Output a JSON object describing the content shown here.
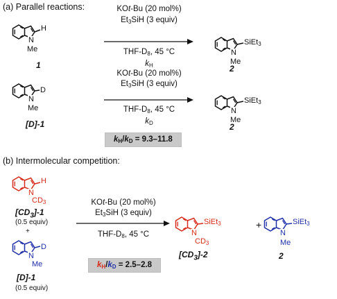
{
  "section_a": {
    "title": "(a) Parallel reactions:",
    "reaction1": {
      "reagent": "KOt-Bu (20 mol%)",
      "silane": "Et3SiH (3 equiv)",
      "conditions": "THF-D8, 45 °C",
      "rate": "kH",
      "substrate_label": "1",
      "substrate_atom": "H",
      "product_label": "2",
      "product_group": "SiEt3",
      "n_substituent": "Me"
    },
    "reaction2": {
      "reagent": "KOt-Bu (20 mol%)",
      "silane": "Et3SiH (3 equiv)",
      "conditions": "THF-D8, 45 °C",
      "rate": "kD",
      "substrate_label": "[D]-1",
      "substrate_atom": "D",
      "product_label": "2",
      "product_group": "SiEt3",
      "n_substituent": "Me"
    },
    "ratio": "kH/kD = 9.3–11.8"
  },
  "section_b": {
    "title": "(b) Intermolecular competition:",
    "reagent": "KOt-Bu (20 mol%)",
    "silane": "Et3SiH (3 equiv)",
    "conditions": "THF-D8, 45 °C",
    "substrate1_label": "[CD3]-1",
    "substrate1_equiv": "(0.5 equiv)",
    "substrate1_atom": "H",
    "substrate1_n": "CD3",
    "plus": "+",
    "substrate2_label": "[D]-1",
    "substrate2_equiv": "(0.5 equiv)",
    "substrate2_atom": "D",
    "substrate2_n": "Me",
    "product1_label": "[CD3]-2",
    "product1_group": "SiEt3",
    "product1_n": "CD3",
    "product2_label": "2",
    "product2_group": "SiEt3",
    "product2_n": "Me",
    "ratio": "kH/kD = 2.5–2.8"
  },
  "colors": {
    "red": "#d82a1a",
    "blue": "#1f2fa8",
    "black": "#111111",
    "ratio_bg": "#c9c9c9"
  }
}
